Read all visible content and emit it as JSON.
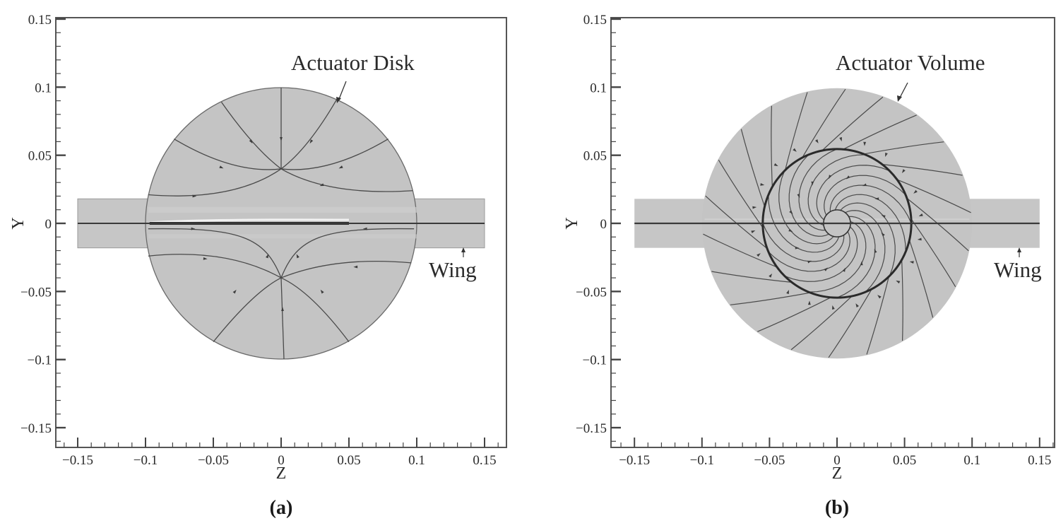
{
  "figure": {
    "panels": [
      {
        "id": "a",
        "label": "(a)",
        "annotation": "Actuator Disk",
        "wing_label": "Wing"
      },
      {
        "id": "b",
        "label": "(b)",
        "annotation": "Actuator Volume",
        "wing_label": "Wing"
      }
    ]
  },
  "colors": {
    "fill": "#c4c4c4",
    "wing_fill": "#c6c6c6",
    "streamline": "#4a4a4a",
    "axis": "#555555",
    "wing_line": "#3a3a3a"
  },
  "chart_data": [
    {
      "type": "streamline-contour",
      "title": "",
      "panel_label": "(a)",
      "xlabel": "Z",
      "ylabel": "Y",
      "xlim": [
        -0.165,
        0.167
      ],
      "ylim": [
        -0.165,
        0.151
      ],
      "xticks": [
        -0.15,
        -0.1,
        -0.05,
        0,
        0.05,
        0.1,
        0.15
      ],
      "xtick_labels": [
        "−0.15",
        "−0.1",
        "−0.05",
        "0",
        "0.05",
        "0.1",
        "0.15"
      ],
      "yticks": [
        0.15,
        0.1,
        0.05,
        0,
        -0.05,
        -0.1,
        -0.15
      ],
      "ytick_labels": [
        "0.15",
        "0.1",
        "0.05",
        "0",
        "−0.05",
        "−0.1",
        "−0.15"
      ],
      "annotations": [
        {
          "text": "Actuator Disk",
          "arrow_to": [
            0.041,
            0.091
          ]
        },
        {
          "text": "Wing",
          "arrow_to": [
            0.134,
            -0.018
          ]
        }
      ],
      "shapes": {
        "actuator_disk": {
          "center": [
            0,
            0
          ],
          "radius": 0.1
        },
        "wing": {
          "z_range": [
            -0.15,
            0.15
          ],
          "y_range": [
            -0.018,
            0.018
          ]
        },
        "wing_highlight": {
          "z_range": [
            -0.098,
            0.05
          ],
          "y": 0.002
        }
      },
      "nodes": [
        [
          0,
          0.04
        ],
        [
          0,
          -0.04
        ]
      ],
      "grid": false,
      "legend": null
    },
    {
      "type": "streamline-contour",
      "title": "",
      "panel_label": "(b)",
      "xlabel": "Z",
      "ylabel": "Y",
      "xlim": [
        -0.168,
        0.162
      ],
      "ylim": [
        -0.165,
        0.151
      ],
      "xticks": [
        -0.15,
        -0.1,
        -0.05,
        0,
        0.05,
        0.1,
        0.15
      ],
      "xtick_labels": [
        "−0.15",
        "−0.1",
        "−0.05",
        "0",
        "0.05",
        "0.1",
        "0.15"
      ],
      "yticks": [
        0.15,
        0.1,
        0.05,
        0,
        -0.05,
        -0.1,
        -0.15
      ],
      "ytick_labels": [
        "0.15",
        "0.1",
        "0.05",
        "0",
        "−0.05",
        "−0.1",
        "−0.15"
      ],
      "annotations": [
        {
          "text": "Actuator Volume",
          "arrow_to": [
            0.044,
            0.091
          ]
        },
        {
          "text": "Wing",
          "arrow_to": [
            0.134,
            -0.018
          ]
        }
      ],
      "shapes": {
        "actuator_volume": {
          "center": [
            0,
            0
          ],
          "radius": 0.1
        },
        "swirl_circle": {
          "center": [
            0,
            0
          ],
          "radius": 0.055
        },
        "hub": {
          "center": [
            0,
            0
          ],
          "radius": 0.01
        },
        "wing": {
          "z_range": [
            -0.15,
            0.15
          ],
          "y_range": [
            -0.018,
            0.018
          ]
        }
      },
      "spiral_streamlines": 16,
      "outer_streamlines": 22,
      "grid": false,
      "legend": null
    }
  ]
}
